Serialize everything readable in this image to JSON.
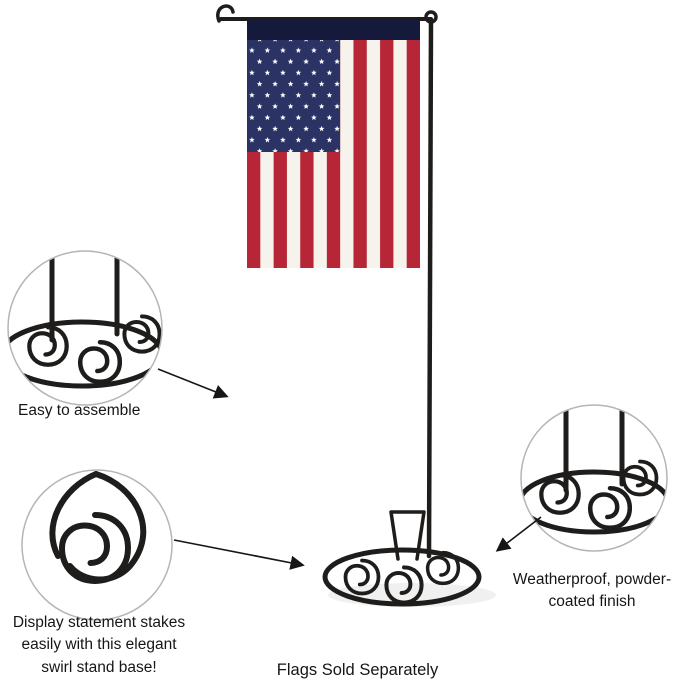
{
  "colors": {
    "flag-red": "#b62637",
    "flag-white": "#f6f2ec",
    "flag-blue": "#2b3264",
    "sleeve": "#151a3c",
    "metal": "#1e1d1b",
    "text": "#161616",
    "callout-border": "#b5b5b5"
  },
  "product": {
    "description": "american-flag-on-black-swirl-garden-flag-stand"
  },
  "callouts": [
    {
      "id": "assemble",
      "label": "Easy to assemble"
    },
    {
      "id": "swirl-base",
      "label": "Display statement stakes easily with this elegant swirl stand base!"
    },
    {
      "id": "weatherproof",
      "label": "Weatherproof, powder-coated finish"
    }
  ],
  "footer": {
    "note": "Flags Sold Separately"
  }
}
